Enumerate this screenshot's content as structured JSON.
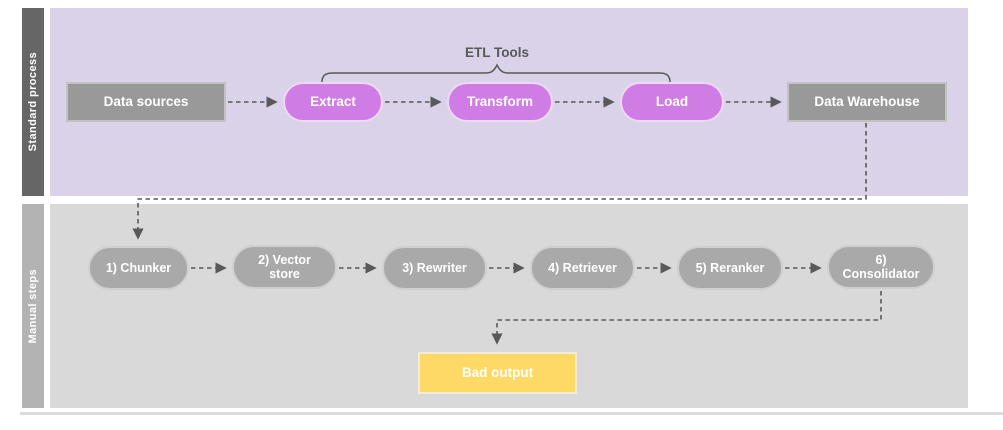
{
  "lanes": {
    "standard": {
      "label": "Standard process"
    },
    "manual": {
      "label": "Manual steps"
    }
  },
  "standard_flow": {
    "data_sources": "Data sources",
    "extract": "Extract",
    "transform": "Transform",
    "load": "Load",
    "data_warehouse": "Data Warehouse",
    "etl_tools_caption": "ETL Tools"
  },
  "manual_flow": {
    "chunker": "1) Chunker",
    "vector_store": "2) Vector store",
    "rewriter": "3) Rewriter",
    "retriever": "4) Retriever",
    "reranker": "5) Reranker",
    "consolidator": "6) Consolidator",
    "bad_output": "Bad output"
  },
  "colors": {
    "standard_lane_bg": "#d9d2e9",
    "standard_lane_bar": "#666666",
    "manual_lane_bg": "#d9d9d9",
    "manual_lane_bar": "#b3b3b3",
    "process_box_fill": "#999999",
    "etl_step_fill": "#cf7de4",
    "manual_step_fill": "#a9a9a9",
    "bad_output_fill": "#ffd966",
    "connector": "#595959",
    "node_text": "#ffffff"
  }
}
